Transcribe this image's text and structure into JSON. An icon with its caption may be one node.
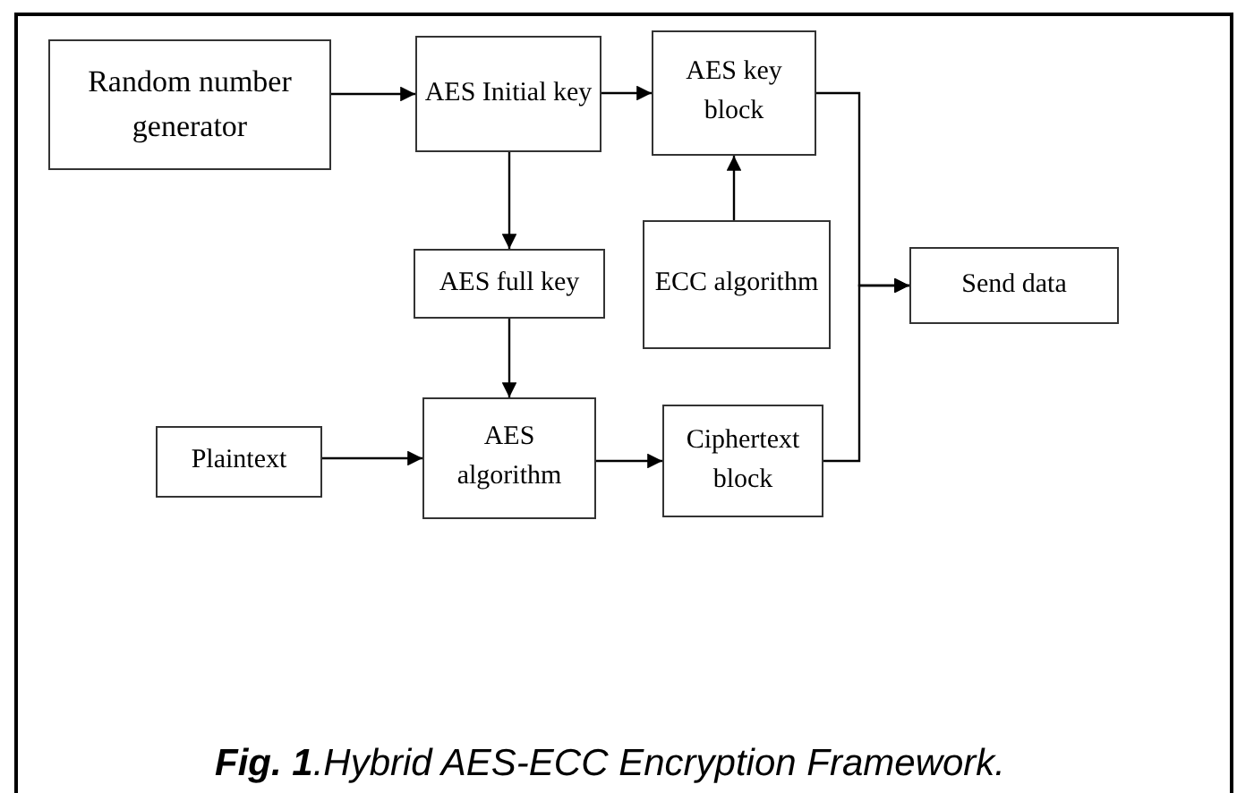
{
  "diagram": {
    "caption": "**Fig. 1**.Hybrid AES-ECC Encryption Framework.",
    "nodes": [
      {
        "text": [
          "Random number generator"
        ]
      },
      {
        "text": [
          "AES Initial key"
        ]
      },
      {
        "text": [
          "AES key block"
        ]
      },
      {
        "text": [
          "ECC algorithm"
        ]
      },
      {
        "text": [
          "AES full key"
        ]
      },
      {
        "text": [
          "Send data"
        ]
      },
      {
        "text": [
          "Plaintext"
        ]
      },
      {
        "text": [
          "AES algorithm"
        ]
      },
      {
        "text": [
          "Ciphertext block"
        ]
      }
    ],
    "edges": [
      {
        "from": 0,
        "to": 1,
        "arrow": "to"
      },
      {
        "from": 1,
        "to": 2,
        "arrow": "to"
      },
      {
        "from": 3,
        "to": 2,
        "arrow": "to"
      },
      {
        "from": 1,
        "to": 4,
        "arrow": "to"
      },
      {
        "from": 4,
        "to": 7,
        "arrow": "to"
      },
      {
        "from": 6,
        "to": 7,
        "arrow": "to"
      },
      {
        "from": 7,
        "to": 8,
        "arrow": "to"
      },
      {
        "from": 2,
        "to": 5,
        "arrow": "to"
      },
      {
        "from": 8,
        "to": 5,
        "arrow": "to"
      }
    ]
  }
}
